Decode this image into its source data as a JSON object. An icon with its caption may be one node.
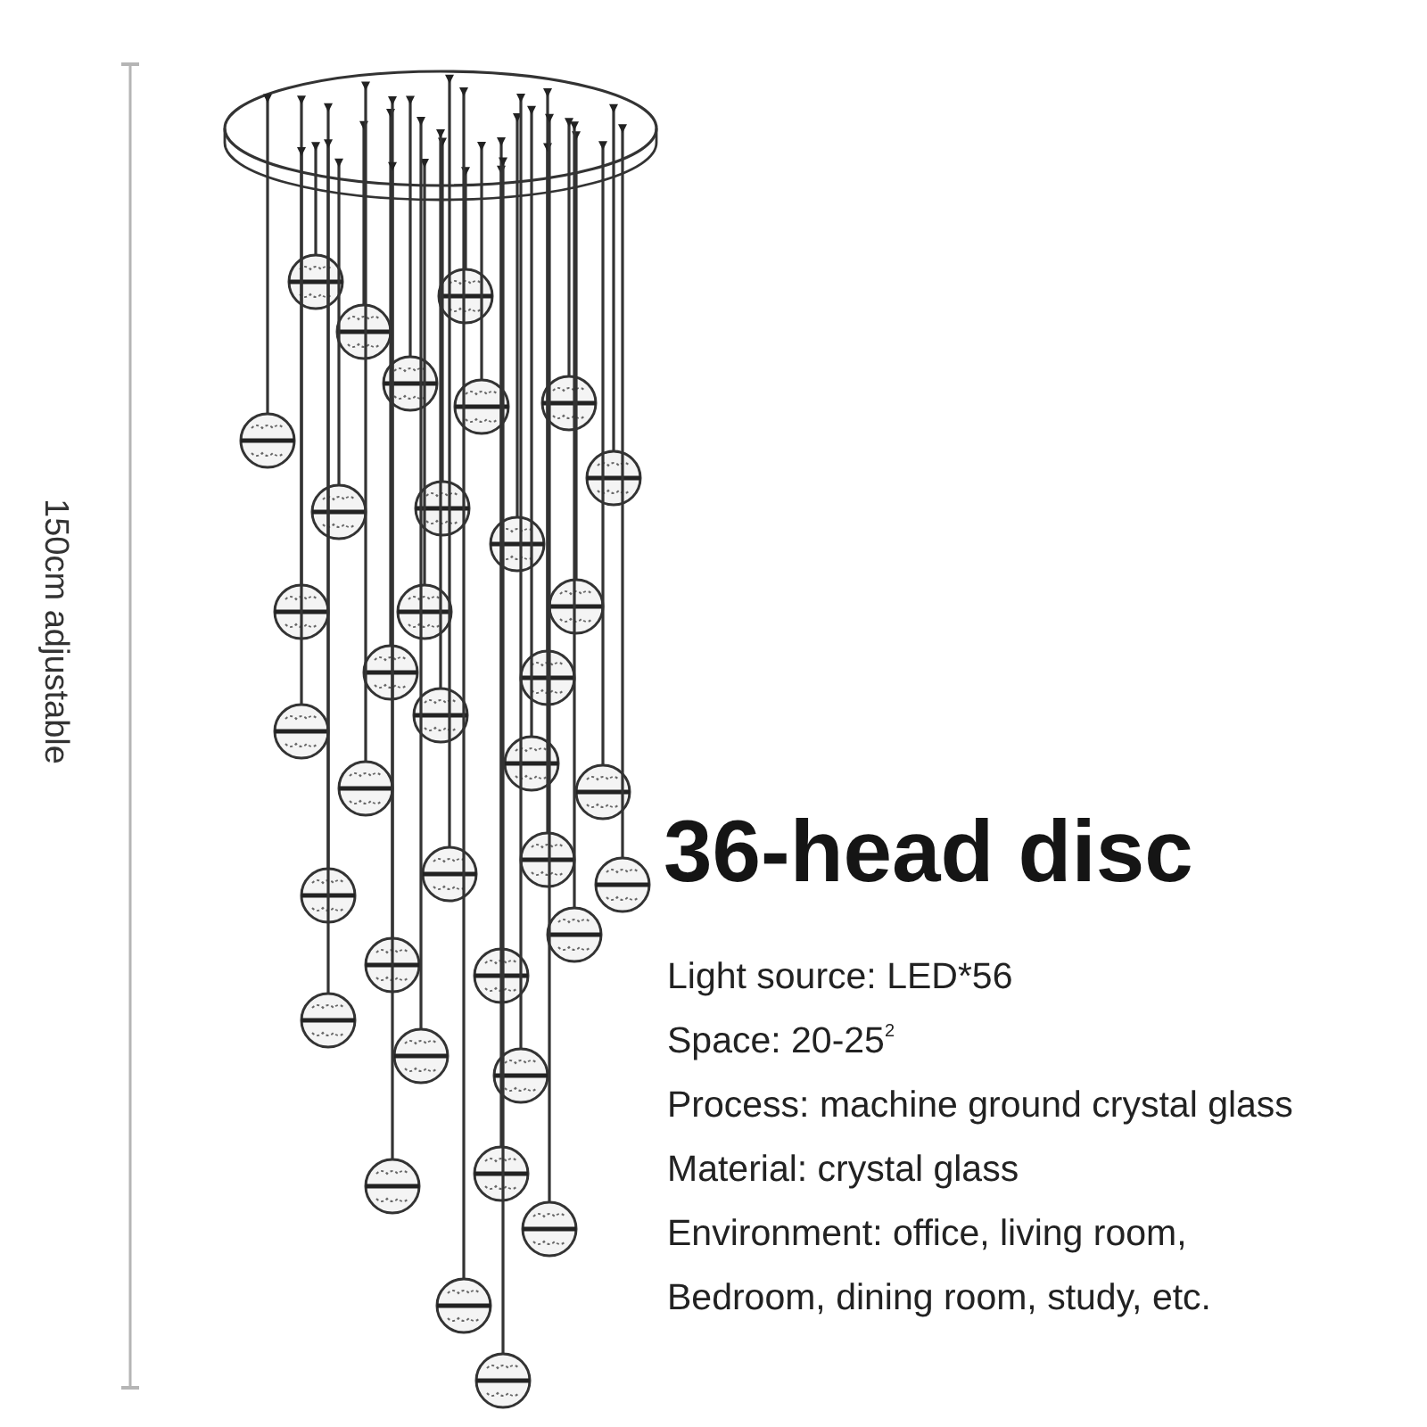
{
  "diagram": {
    "title": "36-head disc",
    "labels": [
      "150cm adjustable",
      "Light source: LED*56",
      "Space: 20-25$^{2}$",
      "Process: machine ground crystal glass",
      "Material: crystal glass",
      "Environment: office, living room, Bedroom, dining room, study, etc."
    ]
  }
}
